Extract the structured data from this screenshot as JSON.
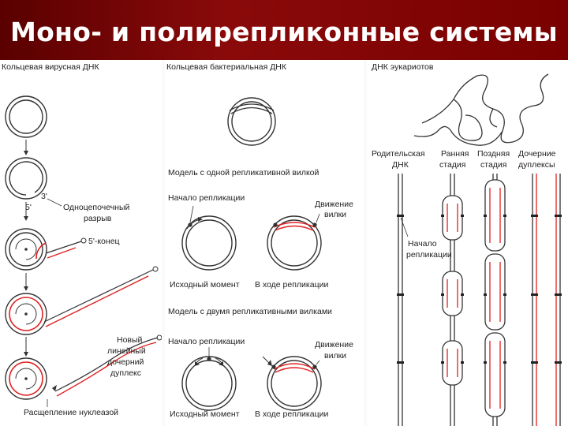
{
  "slide": {
    "title": "Моно- и полирепликонные системы"
  },
  "panel1": {
    "heading": "Кольцевая вирусная ДНК",
    "label_3prime": "3'",
    "label_5prime": "5'",
    "nick_line1": "Одноцепочечный",
    "nick_line2": "разрыв",
    "end_label": "5'-конец",
    "new_line1": "Новый",
    "new_line2": "линейный",
    "new_line3": "дочерний",
    "new_line4": "дуплекс",
    "cleavage": "Расщепление нуклеазой"
  },
  "panel2": {
    "heading": "Кольцевая бактериальная ДНК",
    "model_one": "Модель с одной репликативной вилкой",
    "start1": "Начало репликации",
    "fork1_line1": "Движение",
    "fork1_line2": "вилки",
    "initial1": "Исходный момент",
    "during1": "В ходе репликации",
    "model_two": "Модель с двумя репликативными вилками",
    "start2": "Начало репликации",
    "fork2_line1": "Движение",
    "fork2_line2": "вилки",
    "initial2": "Исходный момент",
    "during2": "В ходе репликации"
  },
  "panel3": {
    "heading": "ДНК эукариотов",
    "col1_line1": "Родительская",
    "col1_line2": "ДНК",
    "col2_line1": "Ранняя",
    "col2_line2": "стадия",
    "col3_line1": "Поздняя",
    "col3_line2": "стадия",
    "col4_line1": "Дочерние",
    "col4_line2": "дуплексы",
    "origin_line1": "Начало",
    "origin_line2": "репликации"
  },
  "colors": {
    "title_bg": "#7a0000",
    "new_strand": "#e02020",
    "dna": "#333333"
  }
}
